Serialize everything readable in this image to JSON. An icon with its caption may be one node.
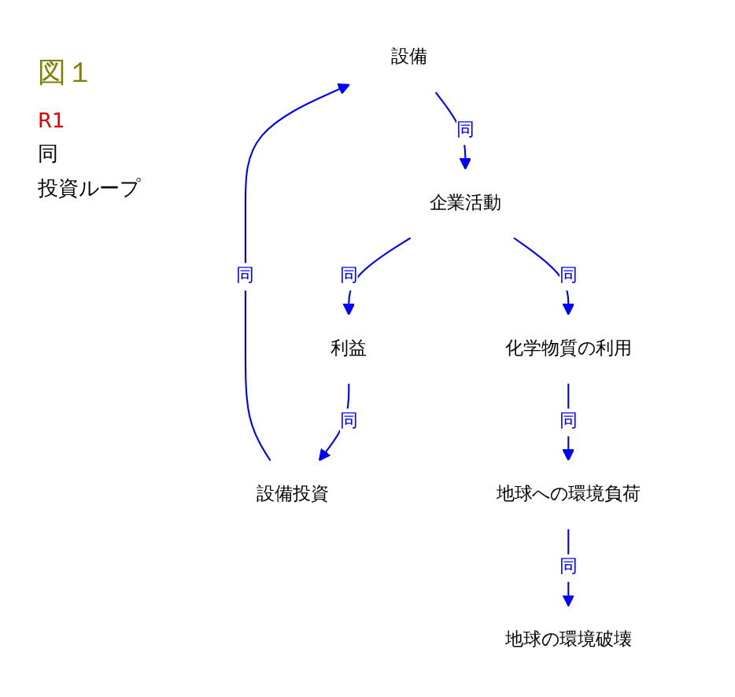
{
  "diagram": {
    "title": "図１",
    "nodes": [
      {
        "text": [
          "設備"
        ]
      },
      {
        "text": [
          "企業活動"
        ]
      },
      {
        "text": [
          "利益"
        ]
      },
      {
        "text": [
          "設備投資"
        ]
      },
      {
        "text": [
          "化学物質の利用"
        ]
      },
      {
        "text": [
          "地球への環境負荷"
        ]
      },
      {
        "text": [
          "地球の環境破壊"
        ]
      }
    ],
    "edges": [
      {
        "from": 0,
        "to": 1,
        "arrow": "to",
        "label": "同"
      },
      {
        "from": 1,
        "to": 2,
        "arrow": "to",
        "label": "同"
      },
      {
        "from": 2,
        "to": 3,
        "arrow": "to",
        "label": "同"
      },
      {
        "from": 3,
        "to": 0,
        "arrow": "to",
        "label": "同"
      },
      {
        "from": 1,
        "to": 4,
        "arrow": "to",
        "label": "同"
      },
      {
        "from": 4,
        "to": 5,
        "arrow": "to",
        "label": "同"
      },
      {
        "from": 5,
        "to": 6,
        "arrow": "to",
        "label": "同"
      }
    ],
    "labels": [
      "R1",
      "同",
      "投資ループ"
    ]
  }
}
